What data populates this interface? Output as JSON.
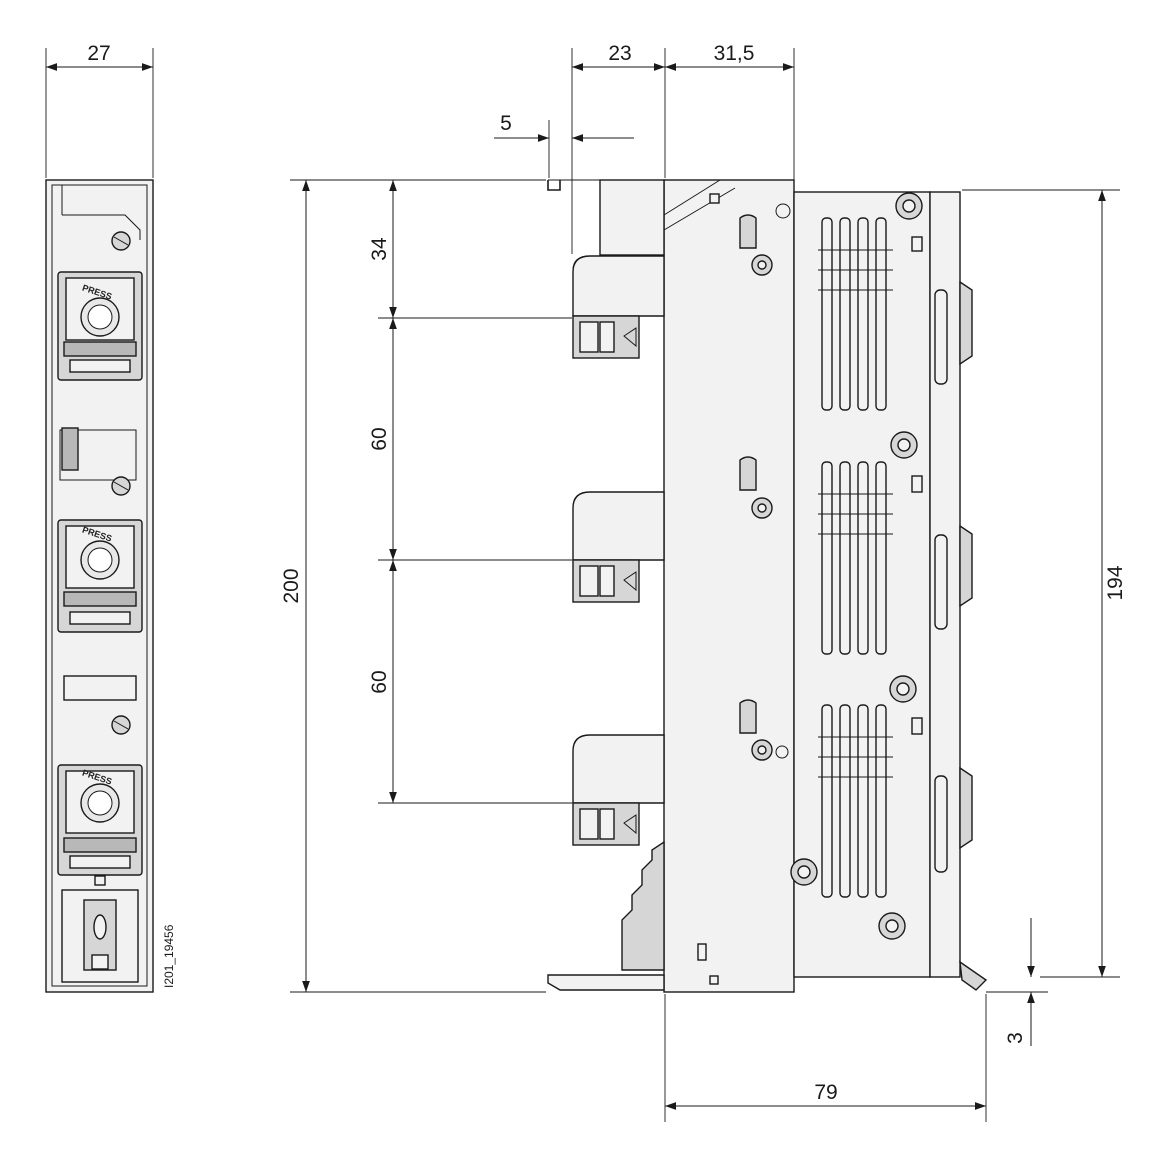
{
  "dimensions": {
    "front_width": "27",
    "side_offset": "23",
    "side_depth": "31,5",
    "offset_small": "5",
    "top_to_first": "34",
    "spacing_1": "60",
    "spacing_2": "60",
    "total_height": "200",
    "body_height": "194",
    "base_offset": "3",
    "base_depth": "79"
  },
  "drawing_id": "I201_19456",
  "label_text": "PRESS"
}
